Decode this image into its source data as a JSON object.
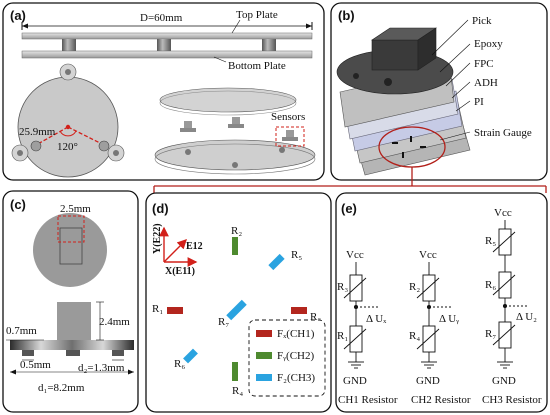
{
  "panel_a": {
    "label": "(a)",
    "diameter": "D=60mm",
    "top_plate": "Top Plate",
    "bottom_plate": "Bottom Plate",
    "distance": "25.9mm",
    "angle": "120°",
    "sensors": "Sensors"
  },
  "panel_b": {
    "label": "(b)",
    "layers": [
      "Pick",
      "Epoxy",
      "FPC",
      "ADH",
      "PI",
      "Strain Gauge"
    ]
  },
  "panel_c": {
    "label": "(c)",
    "top_width": "2.5mm",
    "height": "2.4mm",
    "thickness": "0.7mm",
    "d2": "d₂=1.3mm",
    "h05": "0.5mm",
    "d1": "d₁=8.2mm"
  },
  "panel_d": {
    "label": "(d)",
    "axes": {
      "y": "Y(E22)",
      "diag": "E12",
      "x": "X(E11)"
    },
    "resistors": [
      "R₂",
      "R₅",
      "R₁",
      "R₇",
      "R₃",
      "R₆",
      "R₄"
    ],
    "legend": [
      {
        "name": "Fₓ(CH1)",
        "color": "#b3261e"
      },
      {
        "name": "Fᵧ(CH2)",
        "color": "#4e8a2f"
      },
      {
        "name": "F₂(CH3)",
        "color": "#2aa3e0"
      }
    ]
  },
  "panel_e": {
    "label": "(e)",
    "columns": [
      {
        "vcc": "Vcc",
        "r_top": "R₃",
        "r_bottom": "R₁",
        "du": "Δ Uₓ",
        "gnd": "GND",
        "caption": "CH1 Resistor"
      },
      {
        "vcc": "Vcc",
        "r_top": "R₂",
        "r_bottom": "R₄",
        "du": "Δ Uᵧ",
        "gnd": "GND",
        "caption": "CH2 Resistor"
      },
      {
        "vcc": "Vcc",
        "r_top": "R₅",
        "r_mid": "R₆",
        "r_bottom": "R₇",
        "du": "Δ U₂",
        "gnd": "GND",
        "caption": "CH3 Resistor"
      }
    ]
  }
}
